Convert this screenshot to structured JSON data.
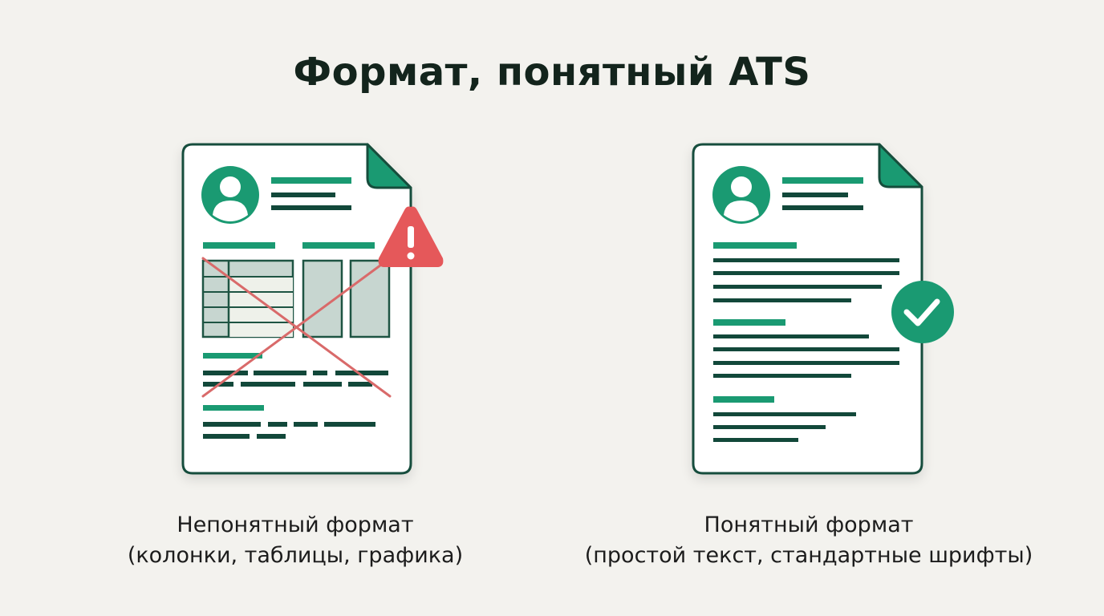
{
  "title": "Формат, понятный ATS",
  "examples": [
    {
      "caption_line1": "Непонятный формат",
      "caption_line2": "(колонки, таблицы, графика)",
      "status": "bad",
      "badge_icon": "warning-icon"
    },
    {
      "caption_line1": "Понятный формат",
      "caption_line2": "(простой текст, стандартные шрифты)",
      "status": "good",
      "badge_icon": "checkmark-icon"
    }
  ],
  "colors": {
    "background": "#f3f2ee",
    "accent": "#1a9a72",
    "dark_line": "#12483a",
    "border": "#164d3c",
    "warning": "#e5585a",
    "cross": "#d96a6a",
    "table_fill": "#c7d6d0"
  }
}
